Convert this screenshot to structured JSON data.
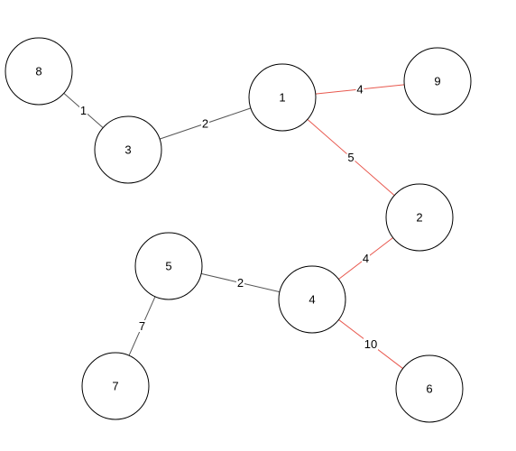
{
  "colors": {
    "edge_default": "#555555",
    "edge_highlight": "#e8584e",
    "node_stroke": "#000000",
    "node_fill": "#ffffff"
  },
  "nodes": [
    {
      "id": "8",
      "label": "8"
    },
    {
      "id": "3",
      "label": "3"
    },
    {
      "id": "1",
      "label": "1"
    },
    {
      "id": "9",
      "label": "9"
    },
    {
      "id": "2",
      "label": "2"
    },
    {
      "id": "5",
      "label": "5"
    },
    {
      "id": "4",
      "label": "4"
    },
    {
      "id": "7",
      "label": "7"
    },
    {
      "id": "6",
      "label": "6"
    }
  ],
  "edges": [
    {
      "from": "8",
      "to": "3",
      "weight": "1",
      "highlighted": false
    },
    {
      "from": "3",
      "to": "1",
      "weight": "2",
      "highlighted": false
    },
    {
      "from": "1",
      "to": "9",
      "weight": "4",
      "highlighted": true
    },
    {
      "from": "1",
      "to": "2",
      "weight": "5",
      "highlighted": true
    },
    {
      "from": "2",
      "to": "4",
      "weight": "4",
      "highlighted": true
    },
    {
      "from": "5",
      "to": "4",
      "weight": "2",
      "highlighted": false
    },
    {
      "from": "5",
      "to": "7",
      "weight": "7",
      "highlighted": false
    },
    {
      "from": "4",
      "to": "6",
      "weight": "10",
      "highlighted": true
    }
  ]
}
